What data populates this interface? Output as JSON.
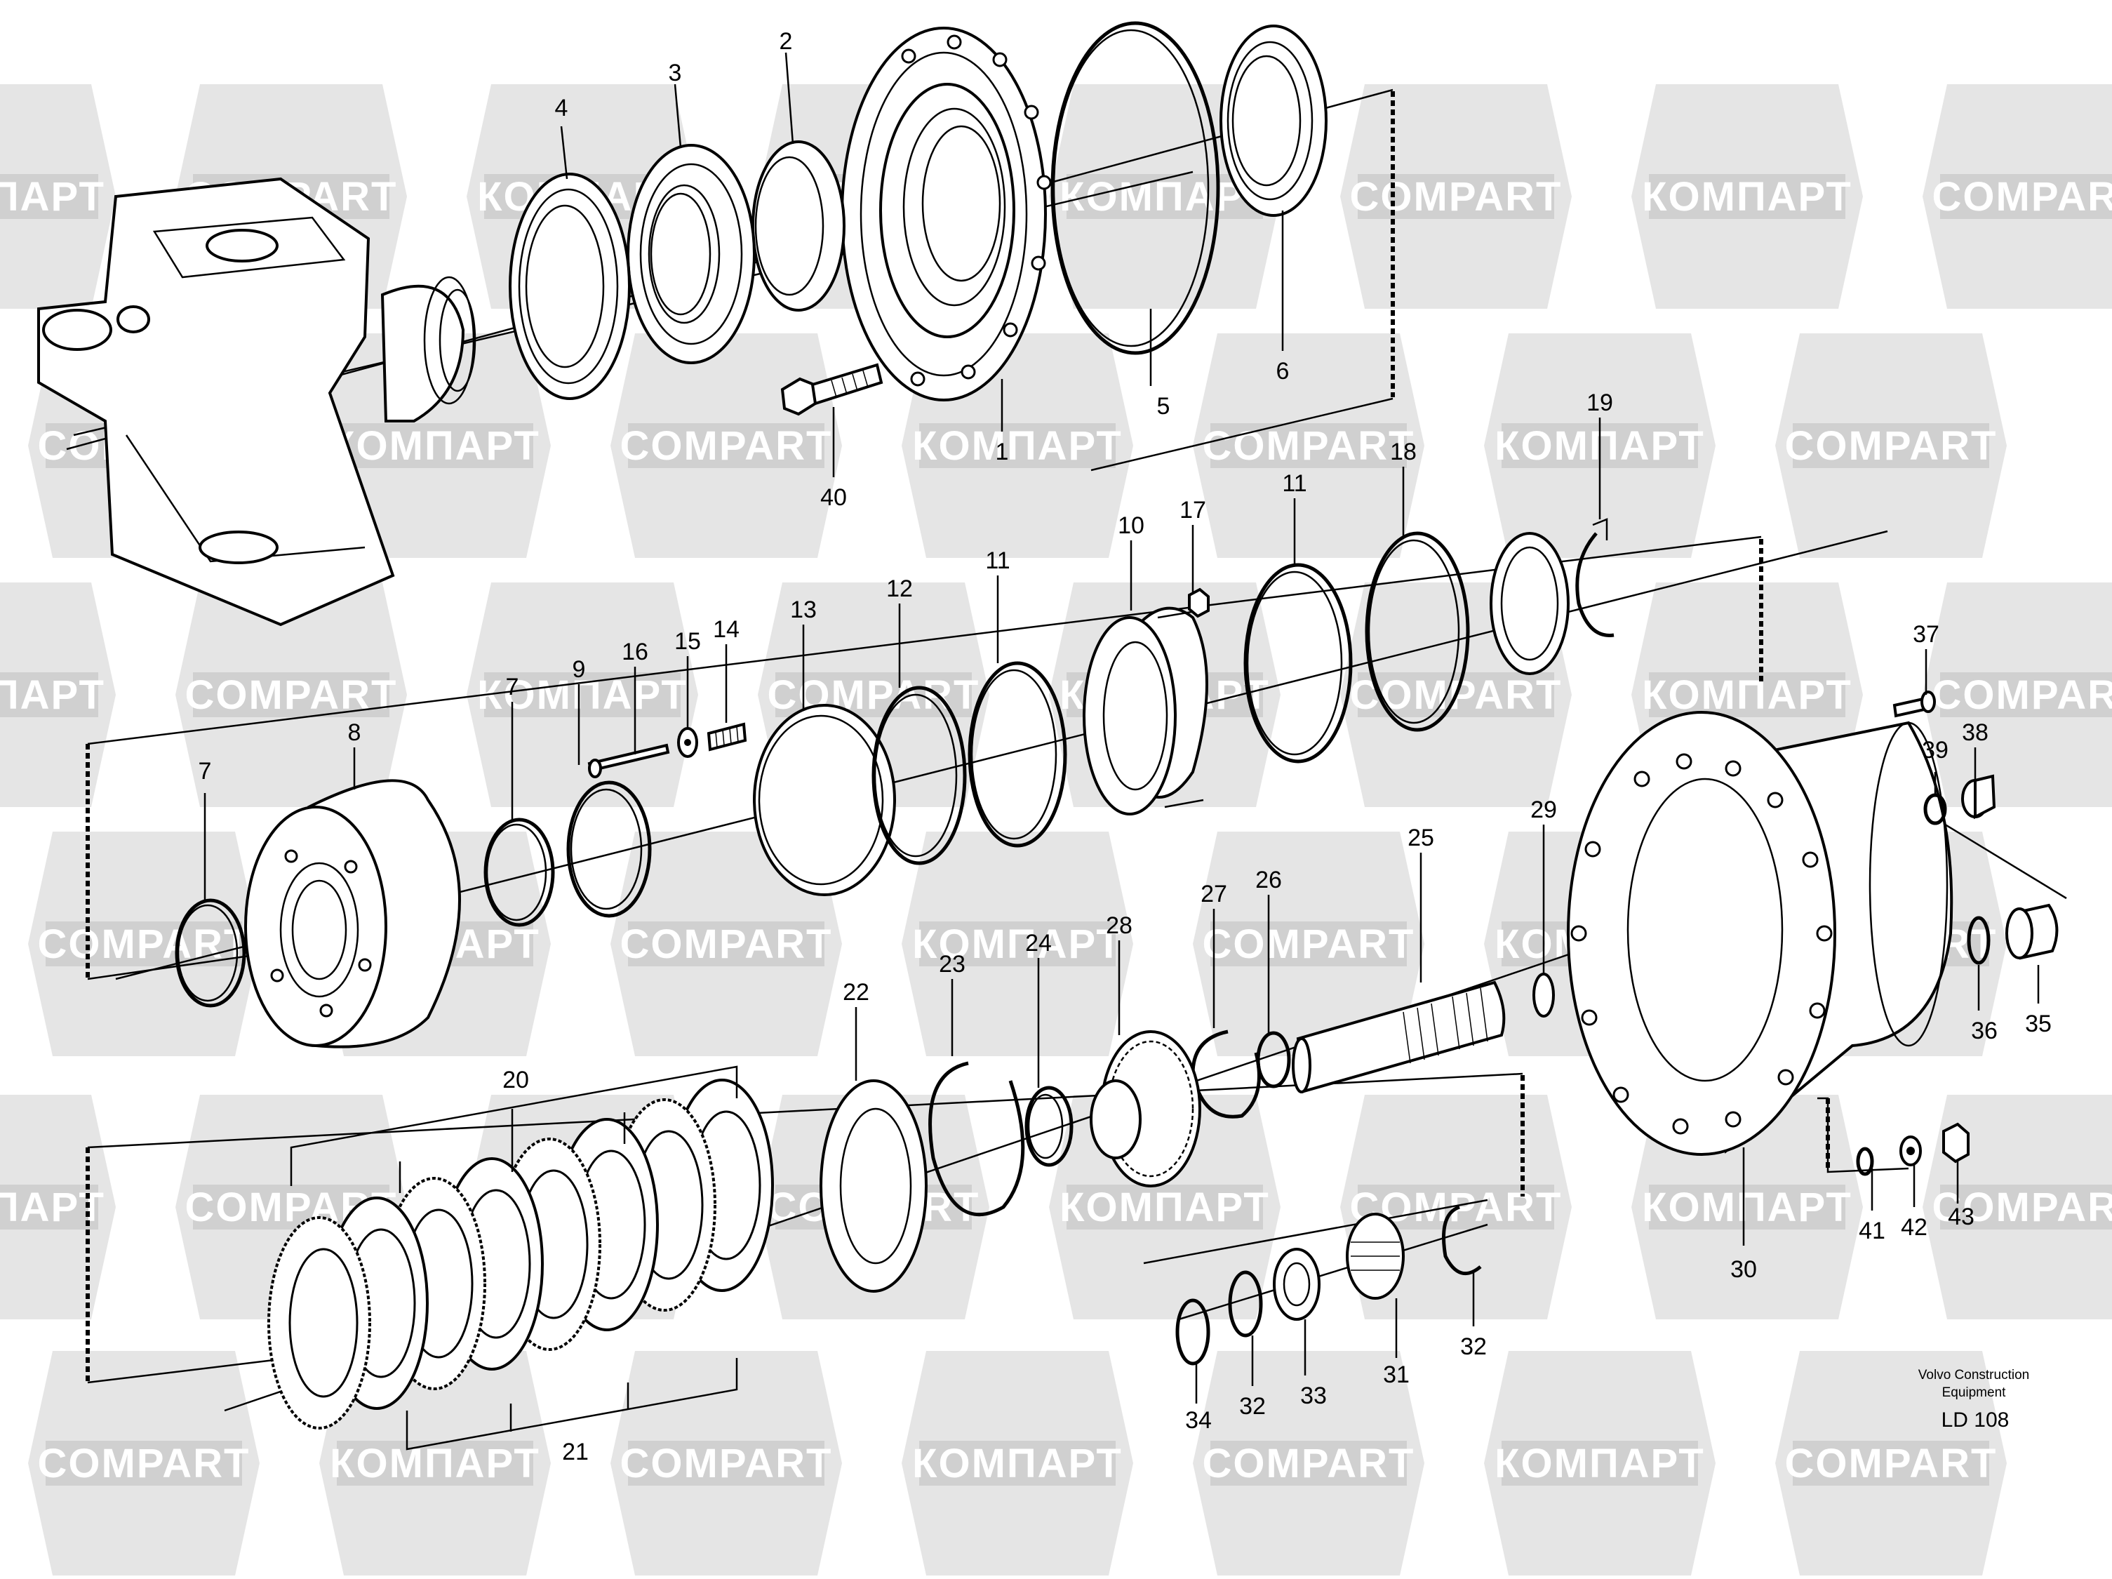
{
  "watermarks": {
    "text_ru": "КОМПАРТ",
    "text_en": "COMPART",
    "color": "#d0d0d0"
  },
  "callouts": {
    "p1": "1",
    "p2": "2",
    "p3": "3",
    "p4": "4",
    "p5": "5",
    "p6": "6",
    "p7a": "7",
    "p7b": "7",
    "p8": "8",
    "p9": "9",
    "p10": "10",
    "p11a": "11",
    "p11b": "11",
    "p12": "12",
    "p13": "13",
    "p14": "14",
    "p15": "15",
    "p16": "16",
    "p17": "17",
    "p18": "18",
    "p19": "19",
    "p20": "20",
    "p21": "21",
    "p22": "22",
    "p23": "23",
    "p24": "24",
    "p25": "25",
    "p26": "26",
    "p27": "27",
    "p28": "28",
    "p29": "29",
    "p30": "30",
    "p31": "31",
    "p32a": "32",
    "p32b": "32",
    "p33": "33",
    "p34": "34",
    "p35": "35",
    "p36": "36",
    "p37": "37",
    "p38": "38",
    "p39": "39",
    "p40": "40",
    "p41": "41",
    "p42": "42",
    "p43": "43"
  },
  "footer": {
    "line1": "Volvo Construction",
    "line2": "Equipment",
    "code": "LD 108"
  }
}
